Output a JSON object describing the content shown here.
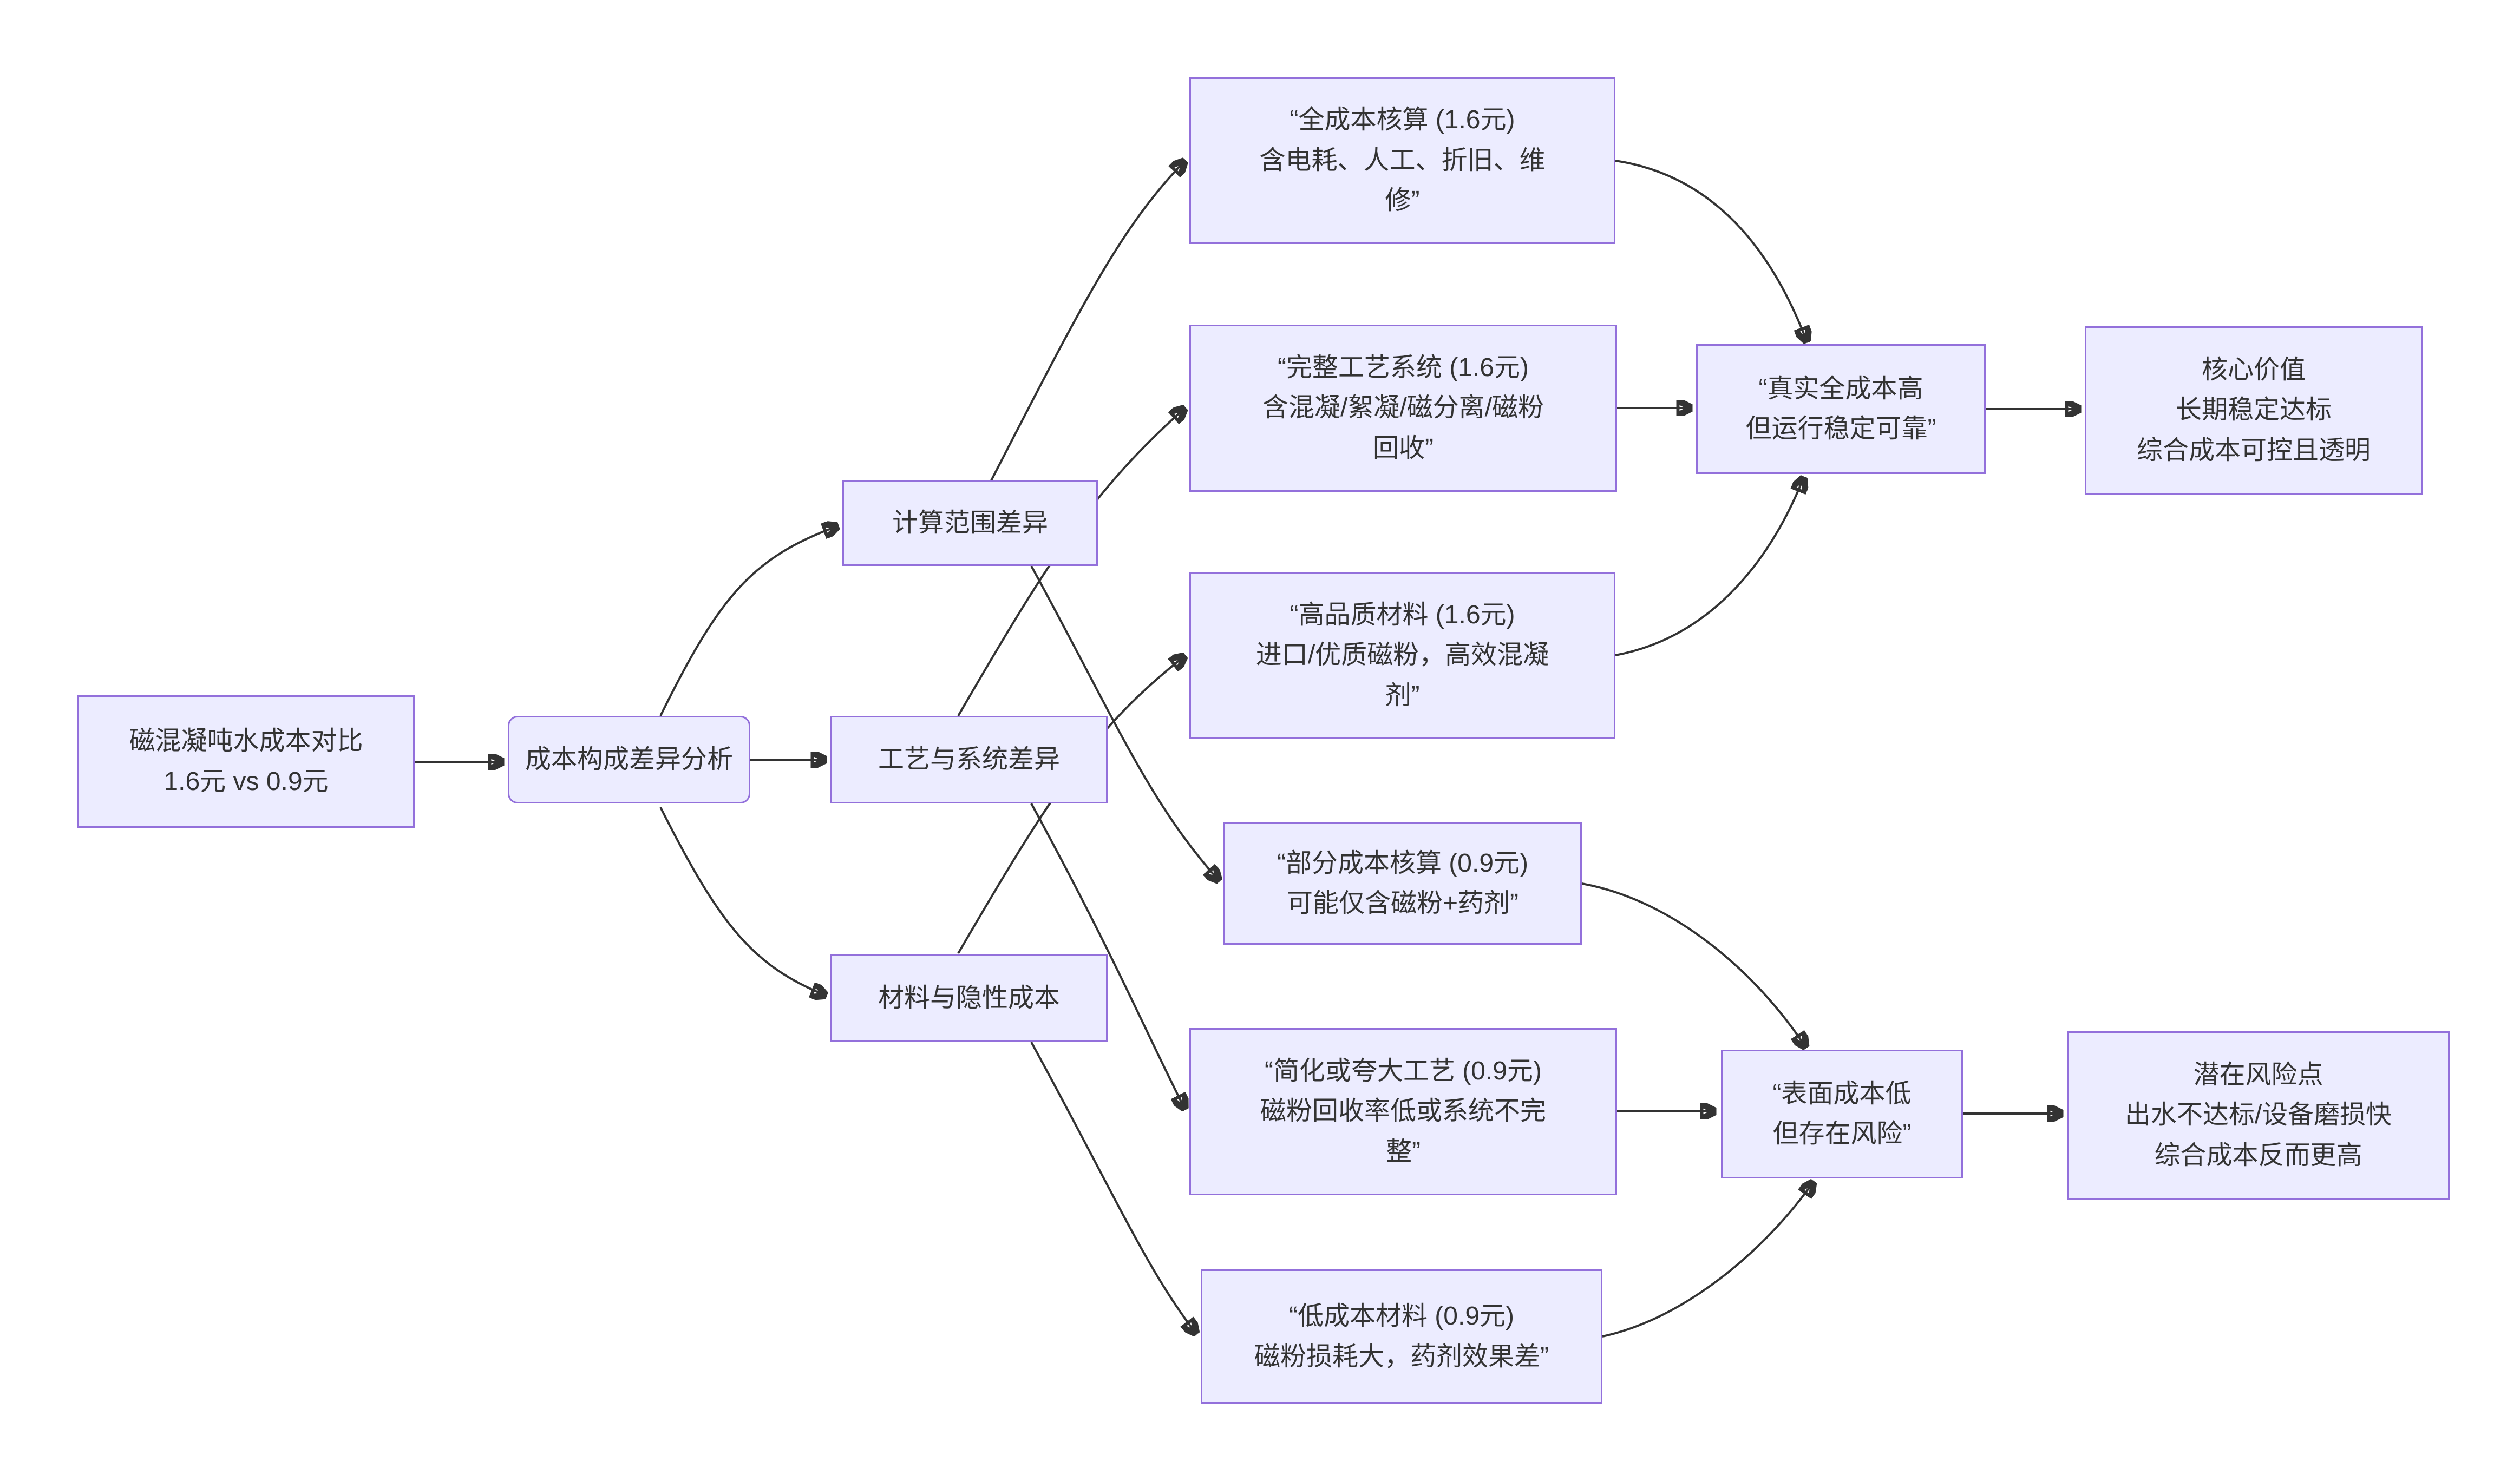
{
  "diagram": {
    "type": "flowchart-LR",
    "colors": {
      "background": "#FFFFFF",
      "node_fill": "#ECECFF",
      "node_border": "#9370DB",
      "text": "#333333",
      "edge": "#333333"
    },
    "nodes": {
      "root": {
        "text": "磁混凝吨水成本对比\n1.6元 vs 0.9元"
      },
      "analysis": {
        "text": "成本构成差异分析"
      },
      "scope_diff": {
        "text": "计算范围差异"
      },
      "process_diff": {
        "text": "工艺与系统差异"
      },
      "material_diff": {
        "text": "材料与隐性成本"
      },
      "full_cost": {
        "text": "“全成本核算 (1.6元)\n含电耗、人工、折旧、维\n修”"
      },
      "complete_system": {
        "text": "“完整工艺系统 (1.6元)\n含混凝/絮凝/磁分离/磁粉\n回收”"
      },
      "high_quality": {
        "text": "“高品质材料 (1.6元)\n进口/优质磁粉，高效混凝\n剂”"
      },
      "partial_cost": {
        "text": "“部分成本核算 (0.9元)\n可能仅含磁粉+药剂”"
      },
      "simplified_process": {
        "text": "“简化或夸大工艺 (0.9元)\n磁粉回收率低或系统不完\n整”"
      },
      "low_cost_material": {
        "text": "“低成本材料 (0.9元)\n磁粉损耗大，药剂效果差”"
      },
      "true_cost": {
        "text": "“真实全成本高\n但运行稳定可靠”"
      },
      "surface_cost": {
        "text": "“表面成本低\n但存在风险”"
      },
      "core_value": {
        "text": "核心价值\n长期稳定达标\n综合成本可控且透明"
      },
      "risk_points": {
        "text": "潜在风险点\n出水不达标/设备磨损快\n综合成本反而更高"
      }
    },
    "edges": [
      {
        "from": "root",
        "to": "analysis"
      },
      {
        "from": "analysis",
        "to": "scope_diff"
      },
      {
        "from": "analysis",
        "to": "process_diff"
      },
      {
        "from": "analysis",
        "to": "material_diff"
      },
      {
        "from": "scope_diff",
        "to": "full_cost"
      },
      {
        "from": "scope_diff",
        "to": "partial_cost"
      },
      {
        "from": "process_diff",
        "to": "complete_system"
      },
      {
        "from": "process_diff",
        "to": "simplified_process"
      },
      {
        "from": "material_diff",
        "to": "high_quality"
      },
      {
        "from": "material_diff",
        "to": "low_cost_material"
      },
      {
        "from": "full_cost",
        "to": "true_cost"
      },
      {
        "from": "complete_system",
        "to": "true_cost"
      },
      {
        "from": "high_quality",
        "to": "true_cost"
      },
      {
        "from": "partial_cost",
        "to": "surface_cost"
      },
      {
        "from": "simplified_process",
        "to": "surface_cost"
      },
      {
        "from": "low_cost_material",
        "to": "surface_cost"
      },
      {
        "from": "true_cost",
        "to": "core_value"
      },
      {
        "from": "surface_cost",
        "to": "risk_points"
      }
    ]
  }
}
